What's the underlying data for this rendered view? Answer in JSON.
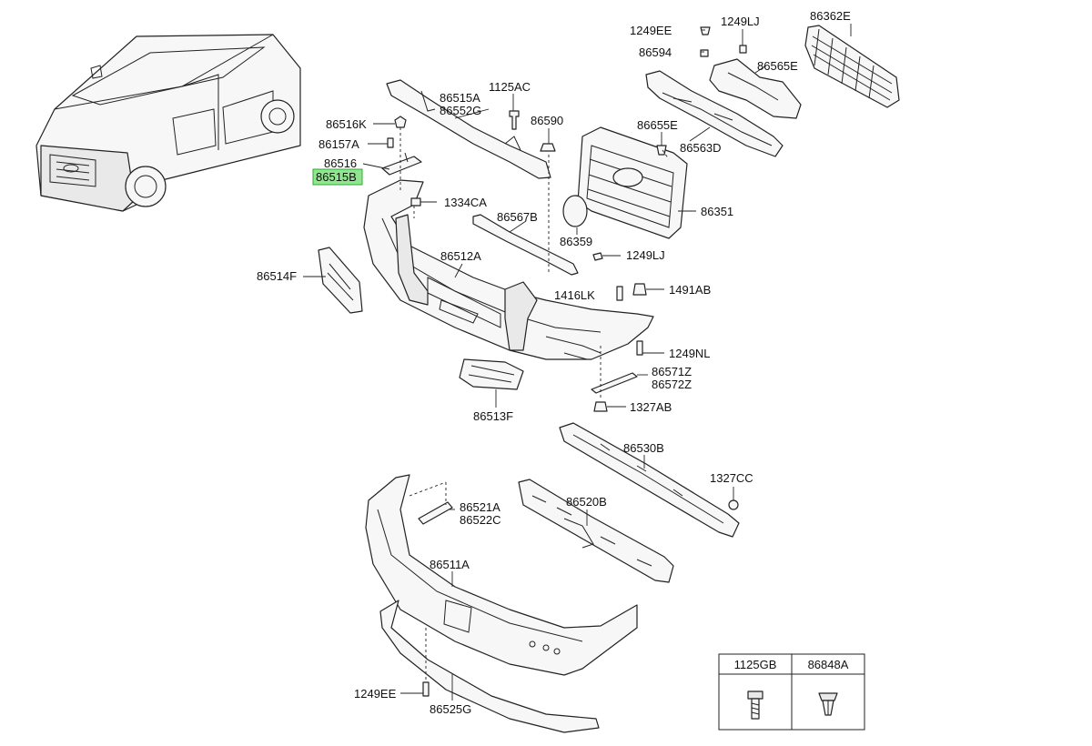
{
  "labels": {
    "p1249EE_a": "1249EE",
    "p1249LJ_a": "1249LJ",
    "p86362E": "86362E",
    "p86594": "86594",
    "p86565E": "86565E",
    "p1125AC": "1125AC",
    "p86515A": "86515A",
    "p86552G": "86552G",
    "p86516K": "86516K",
    "p86590": "86590",
    "p86655E": "86655E",
    "p86563D": "86563D",
    "p86157A": "86157A",
    "p86516": "86516",
    "p86515B": "86515B",
    "p1334CA": "1334CA",
    "p86567B": "86567B",
    "p86351": "86351",
    "p86359": "86359",
    "p1249LJ_b": "1249LJ",
    "p86514F": "86514F",
    "p86512A": "86512A",
    "p1416LK": "1416LK",
    "p1491AB": "1491AB",
    "p1249NL": "1249NL",
    "p86571Z": "86571Z",
    "p86572Z": "86572Z",
    "p1327AB": "1327AB",
    "p86513F": "86513F",
    "p86530B": "86530B",
    "p1327CC": "1327CC",
    "p86520B": "86520B",
    "p86521A": "86521A",
    "p86522C": "86522C",
    "p86511A": "86511A",
    "p1249EE_b": "1249EE",
    "p86525G": "86525G"
  },
  "legend": {
    "col1": "1125GB",
    "col2": "86848A"
  },
  "colors": {
    "highlight": "#8fe68f"
  }
}
